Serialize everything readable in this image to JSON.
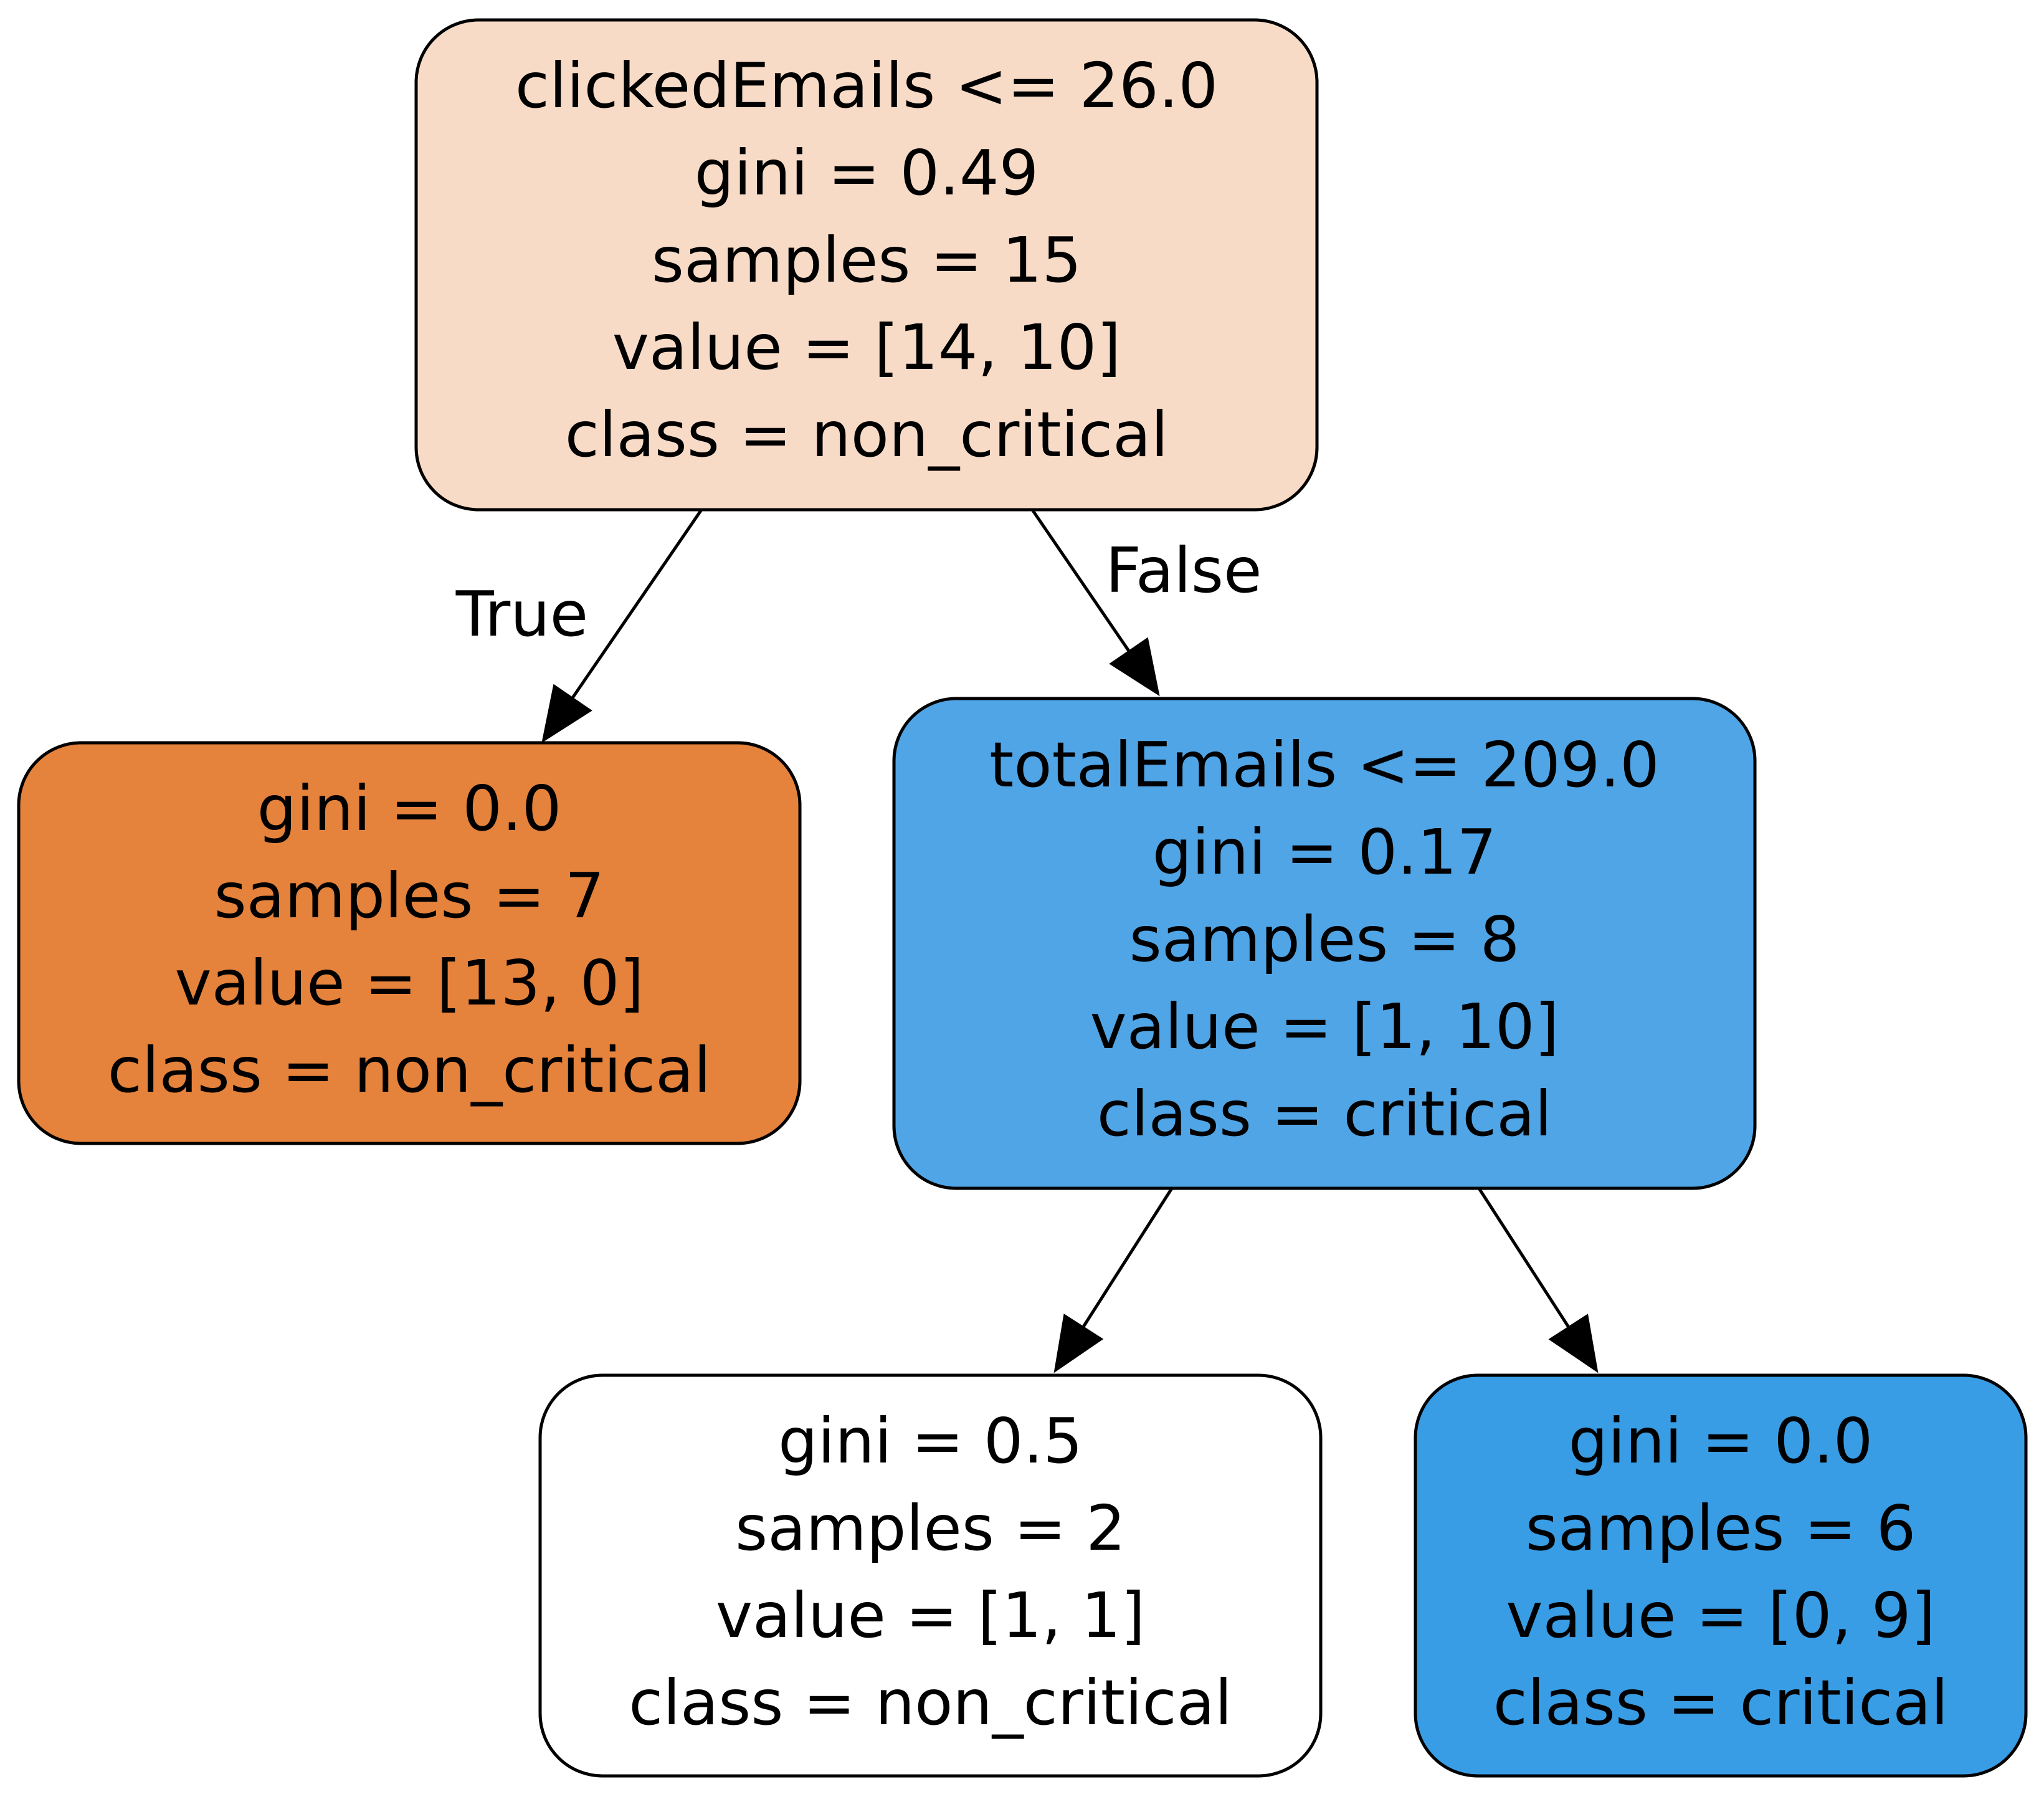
{
  "tree": {
    "nodes": [
      {
        "id": "root",
        "fill": "#f8dbc7",
        "lines": [
          "clickedEmails <= 26.0",
          "gini = 0.49",
          "samples = 15",
          "value = [14, 10]",
          "class = non_critical"
        ]
      },
      {
        "id": "left-leaf",
        "fill": "#e5823b",
        "lines": [
          "gini = 0.0",
          "samples = 7",
          "value = [13, 0]",
          "class = non_critical"
        ]
      },
      {
        "id": "right-split",
        "fill": "#50a5e6",
        "lines": [
          "totalEmails <= 209.0",
          "gini = 0.17",
          "samples = 8",
          "value = [1, 10]",
          "class = critical"
        ]
      },
      {
        "id": "bottom-left-leaf",
        "fill": "#ffffff",
        "lines": [
          "gini = 0.5",
          "samples = 2",
          "value = [1, 1]",
          "class = non_critical"
        ]
      },
      {
        "id": "bottom-right-leaf",
        "fill": "#399de5",
        "lines": [
          "gini = 0.0",
          "samples = 6",
          "value = [0, 9]",
          "class = critical"
        ]
      }
    ],
    "edges": [
      {
        "from": "root",
        "to": "left-leaf",
        "label": "True"
      },
      {
        "from": "root",
        "to": "right-split",
        "label": "False"
      },
      {
        "from": "right-split",
        "to": "bottom-left-leaf",
        "label": ""
      },
      {
        "from": "right-split",
        "to": "bottom-right-leaf",
        "label": ""
      }
    ]
  }
}
